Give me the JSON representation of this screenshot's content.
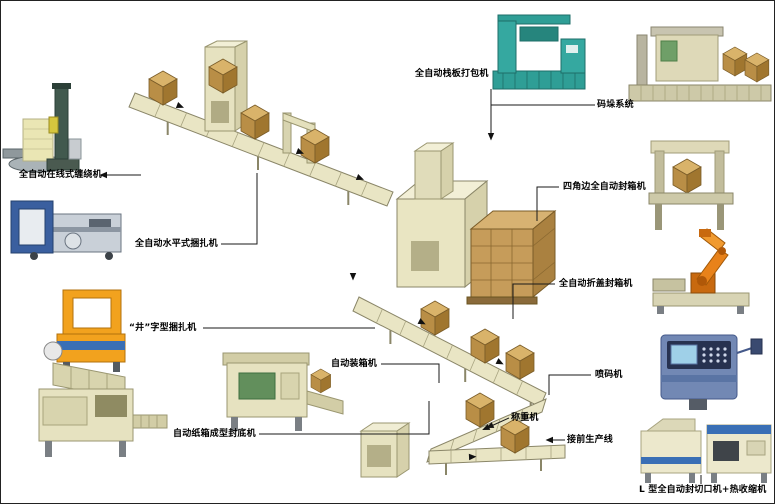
{
  "labels": {
    "inline_wrapper": "全自动在线式缠绕机",
    "horizontal_strapper": "全自动水平式捆扎机",
    "well_type_strapper": "“井”字型捆扎机",
    "carton_erector": "自动纸箱成型封底机",
    "case_packer": "自动装箱机",
    "pallet_strapper": "全自动栈板打包机",
    "palletizing_system": "码垛系统",
    "four_corner_sealer": "四角边全自动封箱机",
    "flap_fold_sealer": "全自动折盖封箱机",
    "inkjet_printer": "喷码机",
    "checkweigher": "称重机",
    "upstream_line": "接前生产线",
    "l_sealer_shrink": "L 型全自动封切口机+热收缩机"
  },
  "colors": {
    "machine_beige": "#e9e5c4",
    "machine_beige_dark": "#d6d1ab",
    "carton_brown": "#c69c5a",
    "teal_machine": "#2f9e96",
    "orange_robot": "#e8821a",
    "blue_accent": "#3a6fb5",
    "leader_line": "#1a1a1a"
  }
}
